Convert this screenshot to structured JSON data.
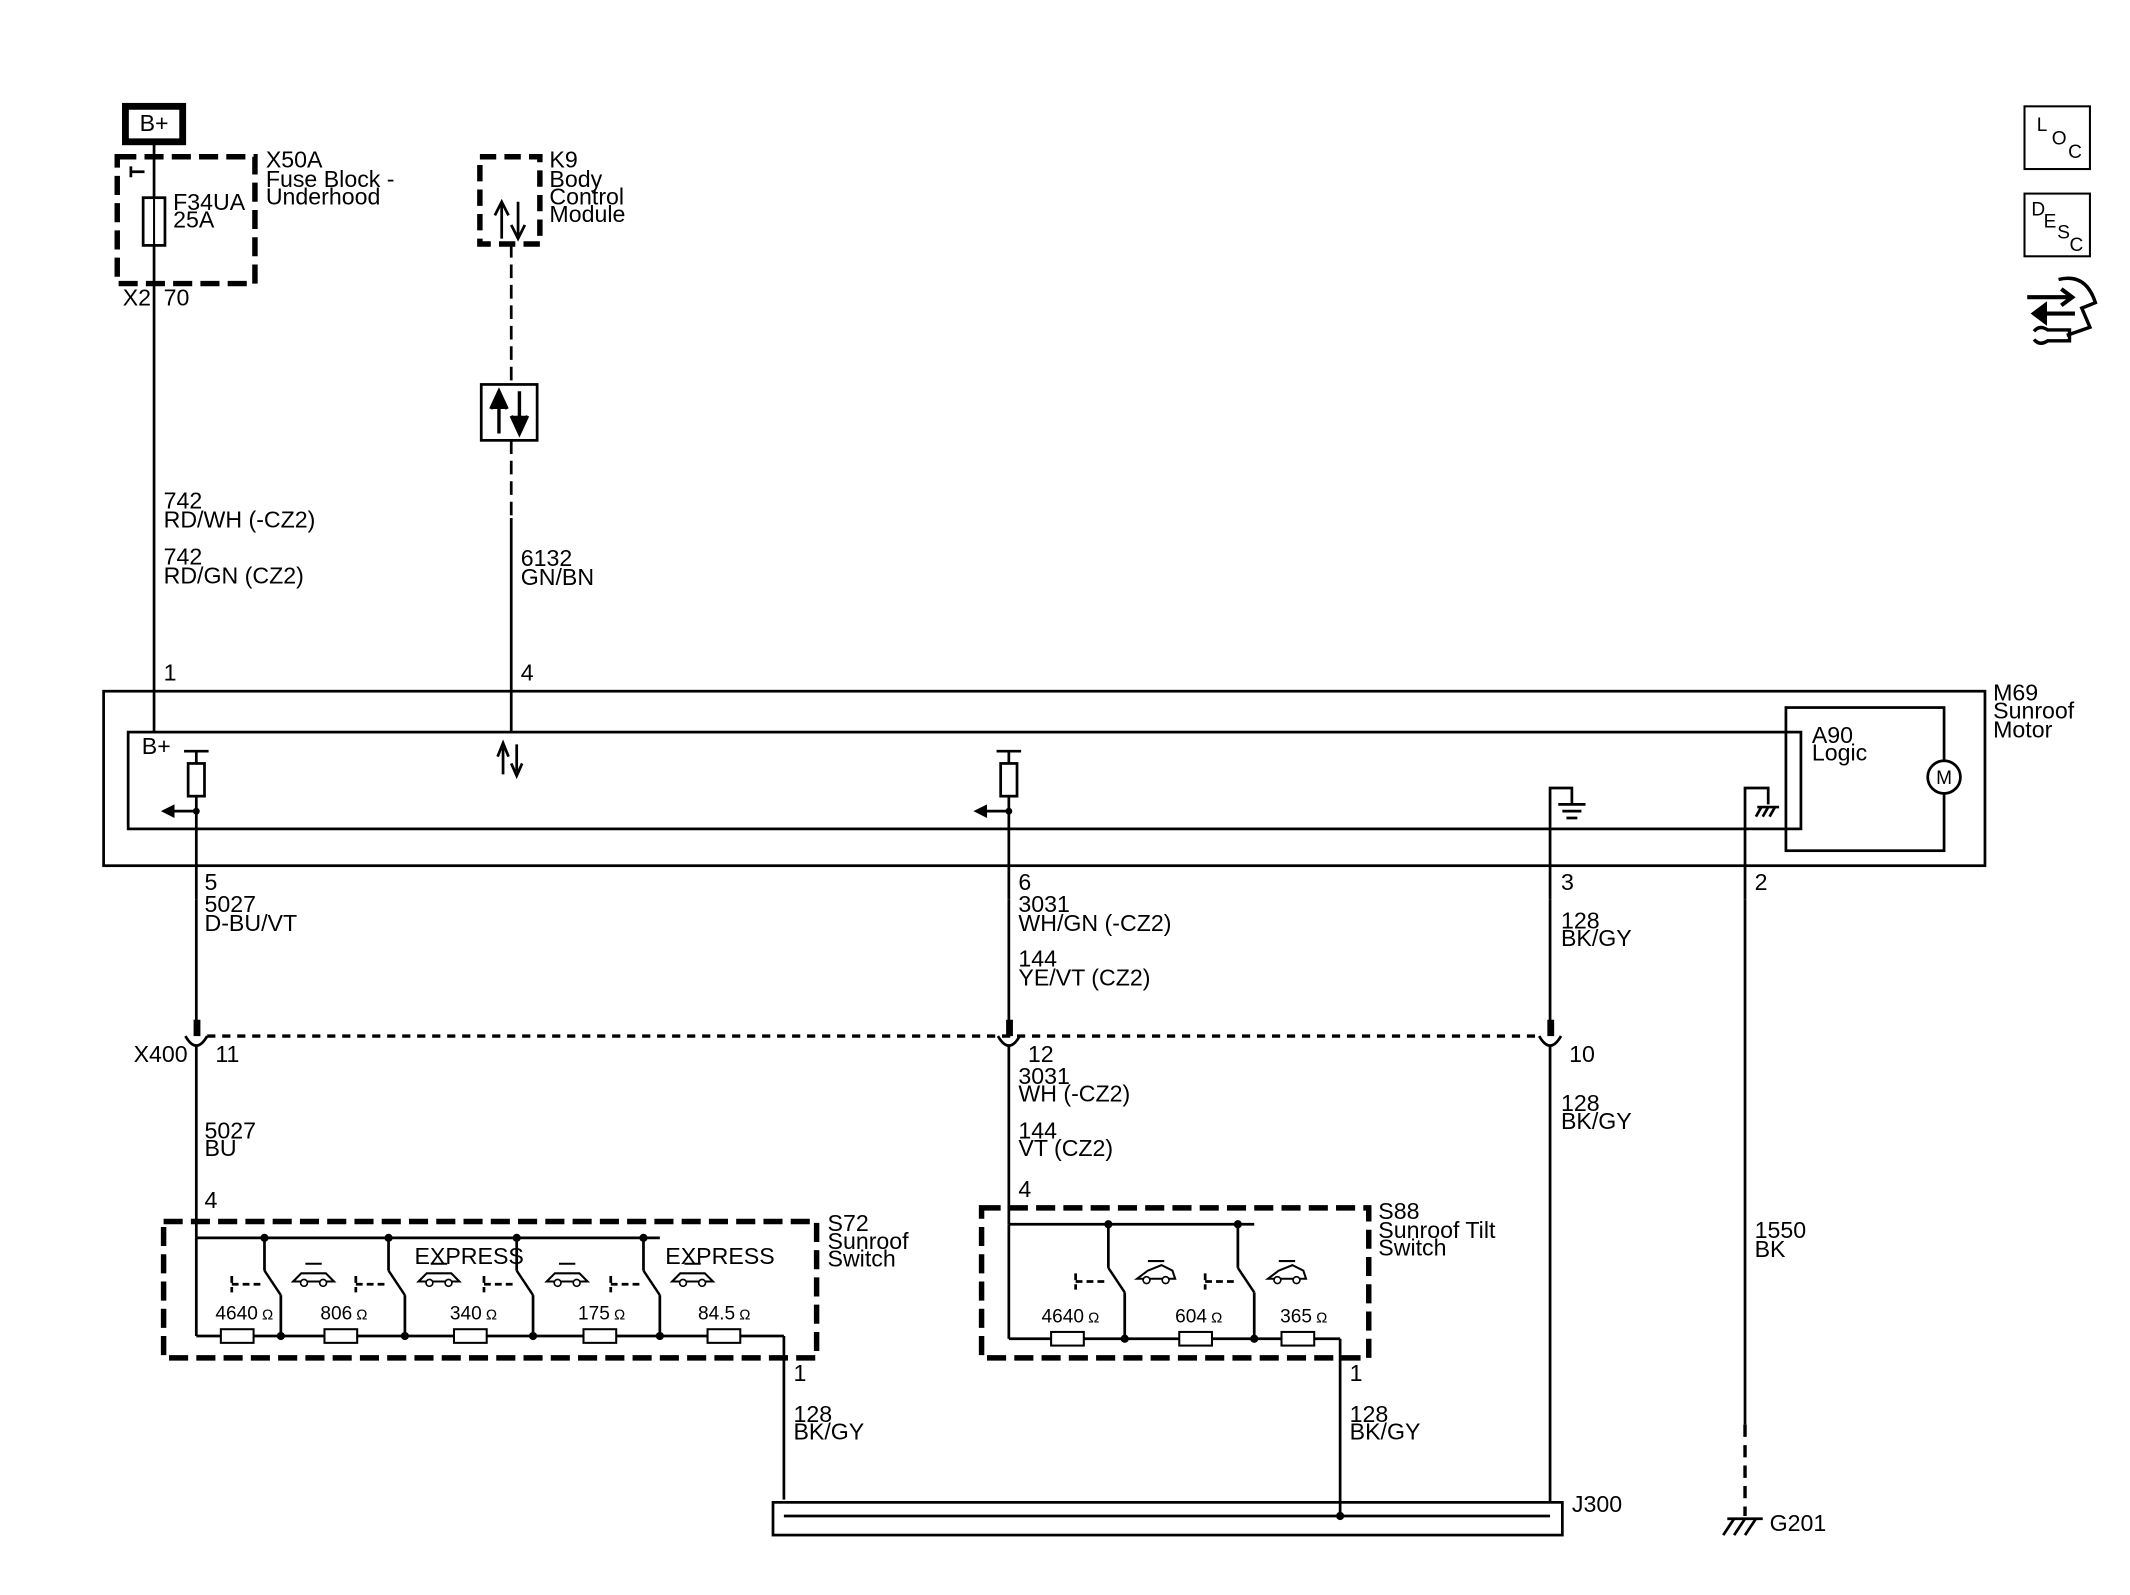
{
  "power": {
    "b_plus": "B+"
  },
  "fuse_block": {
    "ref": "X50A",
    "name_line1": "Fuse Block -",
    "name_line2": "Underhood",
    "fuse": "F34UA",
    "rating": "25A",
    "connector": "X2",
    "pin": "70"
  },
  "bcm": {
    "ref": "K9",
    "name_line1": "Body",
    "name_line2": "Control",
    "name_line3": "Module"
  },
  "wires": {
    "w742a_num": "742",
    "w742a_color": "RD/WH (-CZ2)",
    "w742b_num": "742",
    "w742b_color": "RD/GN (CZ2)",
    "w6132_num": "6132",
    "w6132_color": "GN/BN",
    "w5027_num": "5027",
    "w5027_color": "D-BU/VT",
    "w3031_num": "3031",
    "w3031_color": "WH/GN (-CZ2)",
    "w144_num": "144",
    "w144_color": "YE/VT (CZ2)",
    "w128a_num": "128",
    "w128a_color": "BK/GY",
    "w5027b_num": "5027",
    "w5027b_color": "BU",
    "w3031b_num": "3031",
    "w3031b_color": "WH  (-CZ2)",
    "w144b_num": "144",
    "w144b_color": "VT  (CZ2)",
    "w128b_num": "128",
    "w128b_color": "BK/GY",
    "w1550_num": "1550",
    "w1550_color": "BK",
    "w128c_num": "128",
    "w128c_color": "BK/GY",
    "w128d_num": "128",
    "w128d_color": "BK/GY"
  },
  "motor": {
    "ref": "M69",
    "name_line1": "Sunroof",
    "name_line2": "Motor",
    "logic_ref": "A90",
    "logic_name": "Logic",
    "motor_symbol": "M",
    "b_plus_label": "B+",
    "pin1": "1",
    "pin4": "4",
    "pin5": "5",
    "pin6": "6",
    "pin3": "3",
    "pin2": "2"
  },
  "inline_connector": {
    "ref": "X400",
    "pin11": "11",
    "pin12": "12",
    "pin10": "10"
  },
  "s72": {
    "ref": "S72",
    "name_line1": "Sunroof",
    "name_line2": "Switch",
    "pin_in": "4",
    "pin_out": "1",
    "express1": "EXPRESS",
    "express2": "EXPRESS",
    "resistors": [
      "4640",
      "806",
      "340",
      "175",
      "84.5"
    ],
    "ohm": "Ω"
  },
  "s88": {
    "ref": "S88",
    "name_line1": "Sunroof Tilt",
    "name_line2": "Switch",
    "pin_in": "4",
    "pin_out": "1",
    "resistors": [
      "4640",
      "604",
      "365"
    ],
    "ohm": "Ω"
  },
  "splice": {
    "ref": "J300"
  },
  "ground": {
    "ref": "G201"
  },
  "side_icons": {
    "loc": [
      "L",
      "O",
      "C"
    ],
    "desc": [
      "D",
      "E",
      "S",
      "C"
    ],
    "service_icon": "service-tools-icon"
  }
}
